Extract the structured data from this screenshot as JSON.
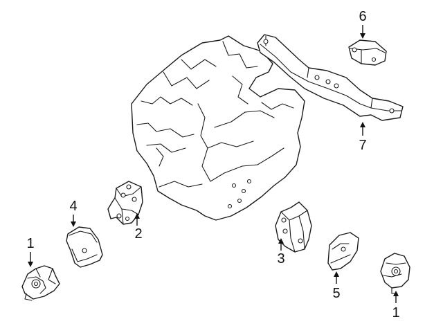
{
  "diagram": {
    "callouts": [
      {
        "id": "c1-left",
        "label": "1"
      },
      {
        "id": "c4",
        "label": "4"
      },
      {
        "id": "c2",
        "label": "2"
      },
      {
        "id": "c6",
        "label": "6"
      },
      {
        "id": "c7",
        "label": "7"
      },
      {
        "id": "c3",
        "label": "3"
      },
      {
        "id": "c5",
        "label": "5"
      },
      {
        "id": "c1-right",
        "label": "1"
      }
    ]
  }
}
